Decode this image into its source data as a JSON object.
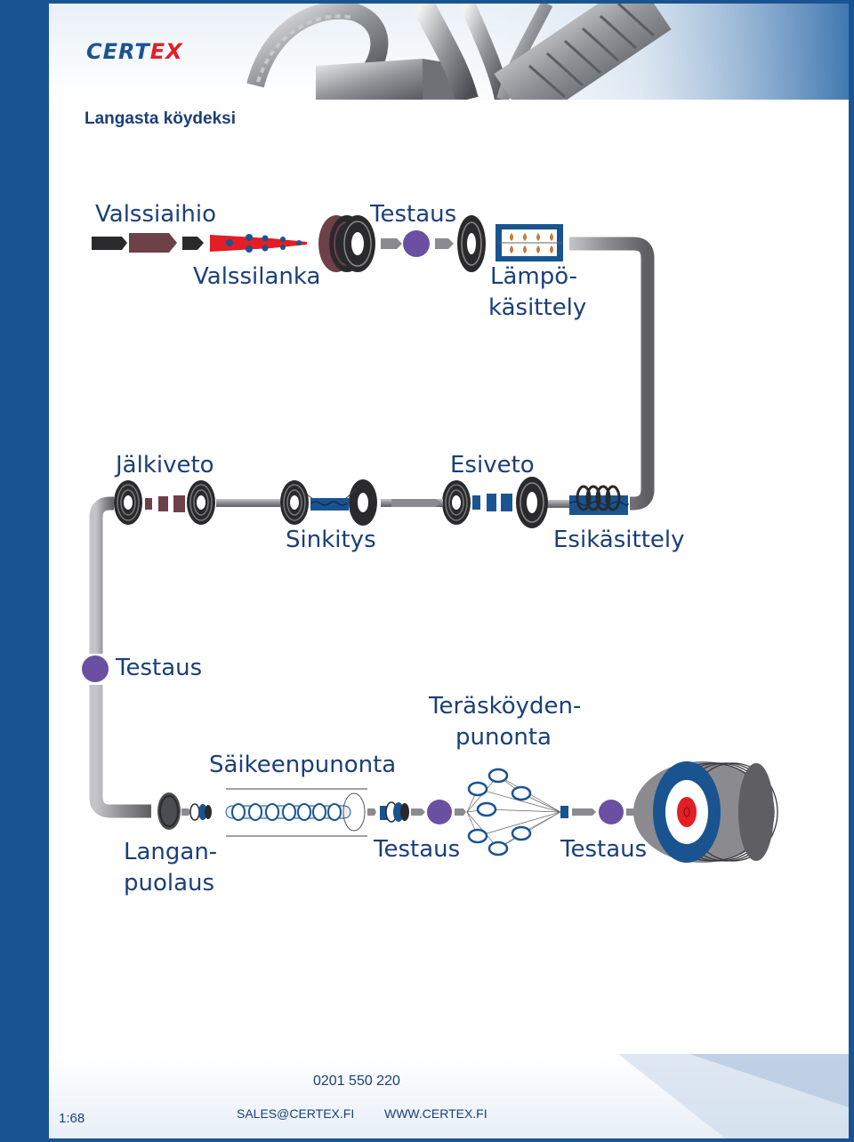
{
  "header": {
    "logo": {
      "part1": "CERT",
      "part2": "EX"
    },
    "title": "Langasta köydeksi"
  },
  "steps": {
    "valssiaihio": "Valssiaihio",
    "valssilanka": "Valssilanka",
    "testaus_1": "Testaus",
    "lampo_1": "Lämpö-",
    "lampo_2": "käsittely",
    "jalkiveto": "Jälkiveto",
    "esiveto": "Esiveto",
    "sinkitys": "Sinkitys",
    "esikasittely": "Esikäsittely",
    "testaus_2": "Testaus",
    "teraskoyden_1": "Teräsköyden-",
    "teraskoyden_2": "punonta",
    "saikeenpunonta": "Säikeenpunonta",
    "langan_1": "Langan-",
    "langan_2": "puolaus",
    "testaus_3": "Testaus",
    "testaus_4": "Testaus"
  },
  "footer": {
    "phone": "0201 550 220",
    "email": "SALES@CERTEX.FI",
    "web": "WWW.CERTEX.FI",
    "page": "1:68"
  },
  "colors": {
    "brand_blue": "#1a5490",
    "accent_red": "#e31e24",
    "test_purple": "#6a4fa3",
    "pipe_gray": "#8a8a8f"
  }
}
